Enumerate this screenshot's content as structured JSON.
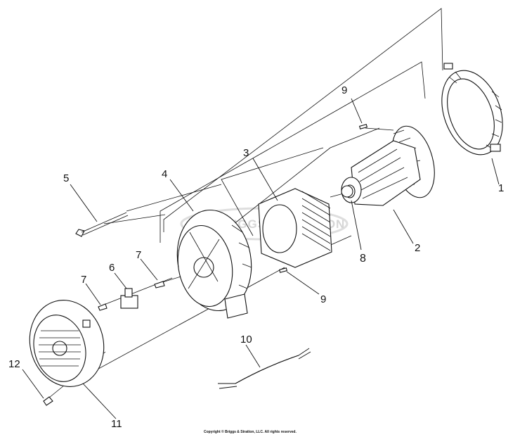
{
  "diagram": {
    "callouts": [
      {
        "id": "1",
        "text": "1"
      },
      {
        "id": "2",
        "text": "2"
      },
      {
        "id": "3",
        "text": "3"
      },
      {
        "id": "4",
        "text": "4"
      },
      {
        "id": "5",
        "text": "5"
      },
      {
        "id": "6",
        "text": "6"
      },
      {
        "id": "7a",
        "text": "7"
      },
      {
        "id": "7b",
        "text": "7"
      },
      {
        "id": "8",
        "text": "8"
      },
      {
        "id": "9a",
        "text": "9"
      },
      {
        "id": "9b",
        "text": "9"
      },
      {
        "id": "10",
        "text": "10"
      },
      {
        "id": "11",
        "text": "11"
      },
      {
        "id": "12",
        "text": "12"
      }
    ],
    "watermark": "BRIGGS&STRATTON",
    "copyright": "Copyright © Briggs & Stratton, LLC. All rights reserved."
  }
}
